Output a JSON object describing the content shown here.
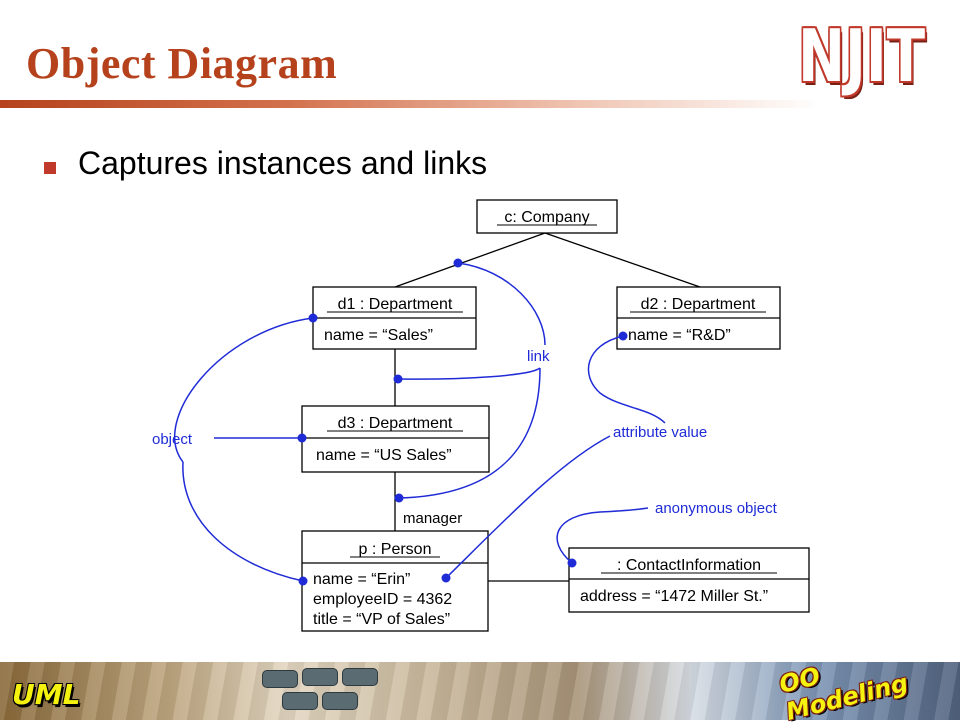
{
  "slide": {
    "title": "Object Diagram",
    "logo_text": "NJIT",
    "bullet": "Captures instances and links",
    "footer_left": "UML",
    "footer_right": "OO Modeling"
  },
  "diagram": {
    "objects": [
      {
        "id": "company",
        "header": "c: Company",
        "attributes": []
      },
      {
        "id": "d1",
        "header": "d1 : Department",
        "attributes": [
          "name = “Sales”"
        ]
      },
      {
        "id": "d2",
        "header": "d2 : Department",
        "attributes": [
          "name = “R&D”"
        ]
      },
      {
        "id": "d3",
        "header": "d3 : Department",
        "attributes": [
          "name = “US Sales”"
        ]
      },
      {
        "id": "person",
        "header": "p : Person",
        "attributes": [
          "name = “Erin”",
          "employeeID = 4362",
          "title = “VP of Sales”"
        ]
      },
      {
        "id": "contact",
        "header": ": ContactInformation",
        "attributes": [
          "address = “1472 Miller St.”"
        ]
      }
    ],
    "link_labels": {
      "manager": "manager"
    },
    "annotations": {
      "object": "object",
      "link": "link",
      "attribute_value": "attribute value",
      "anonymous_object": "anonymous object"
    },
    "colors": {
      "title": "#b5421c",
      "annotation": "#1f2bd6",
      "bullet": "#c0392b"
    }
  }
}
